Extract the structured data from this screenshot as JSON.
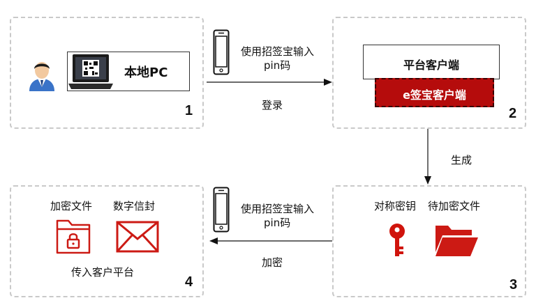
{
  "step1": {
    "number": "1",
    "pc_label": "本地PC"
  },
  "step2": {
    "number": "2",
    "platform_label": "平台客户端",
    "esign_label": "e签宝客户端"
  },
  "step3": {
    "number": "3",
    "key_label": "对称密钥",
    "file_label": "待加密文件"
  },
  "step4": {
    "number": "4",
    "enc_file_label": "加密文件",
    "envelope_label": "数字信封",
    "upload_label": "传入客户平台"
  },
  "arrow_top": {
    "phone_line1": "使用招签宝输入",
    "phone_line2": "pin码",
    "label": "登录"
  },
  "arrow_right": {
    "label": "生成"
  },
  "arrow_bottom": {
    "phone_line1": "使用招签宝输入",
    "phone_line2": "pin码",
    "label": "加密"
  },
  "colors": {
    "accent_red": "#cc1a14",
    "dash_gray": "#c9c9c9",
    "dark_red": "#b50c0c"
  }
}
